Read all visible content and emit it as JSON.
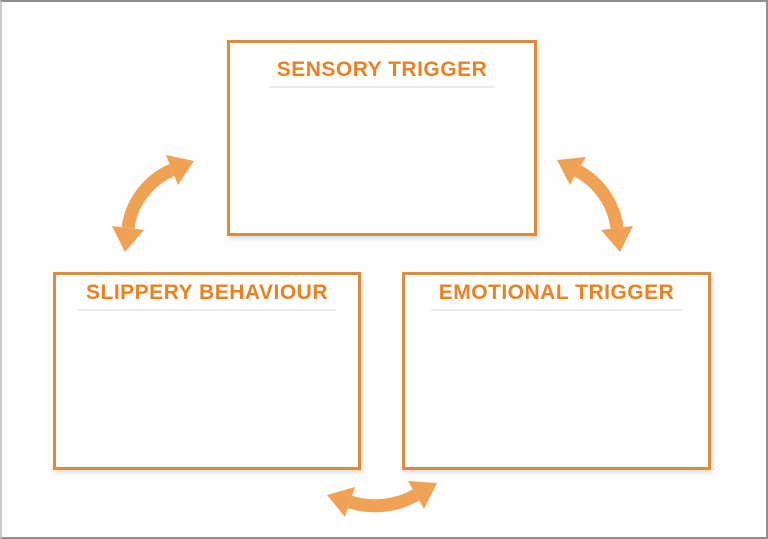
{
  "diagram_type": "cycle",
  "boxes": [
    {
      "id": "sensory-trigger",
      "label": "SENSORY TRIGGER",
      "position": "top-center"
    },
    {
      "id": "slippery-behaviour",
      "label": "SLIPPERY BEHAVIOUR",
      "position": "bottom-left"
    },
    {
      "id": "emotional-trigger",
      "label": "EMOTIONAL TRIGGER",
      "position": "bottom-right"
    }
  ],
  "arrows": [
    {
      "id": "left-arrow",
      "between": [
        "slippery-behaviour",
        "sensory-trigger"
      ],
      "bidirectional": true
    },
    {
      "id": "right-arrow",
      "between": [
        "sensory-trigger",
        "emotional-trigger"
      ],
      "bidirectional": true
    },
    {
      "id": "bottom-arrow",
      "between": [
        "slippery-behaviour",
        "emotional-trigger"
      ],
      "bidirectional": true
    }
  ],
  "colors": {
    "box_border": "#DD8D38",
    "title_text": "#EE8022",
    "arrow_fill": "#F0A254",
    "frame_border": "#8F8F8F",
    "background": "#FDFDFD"
  }
}
